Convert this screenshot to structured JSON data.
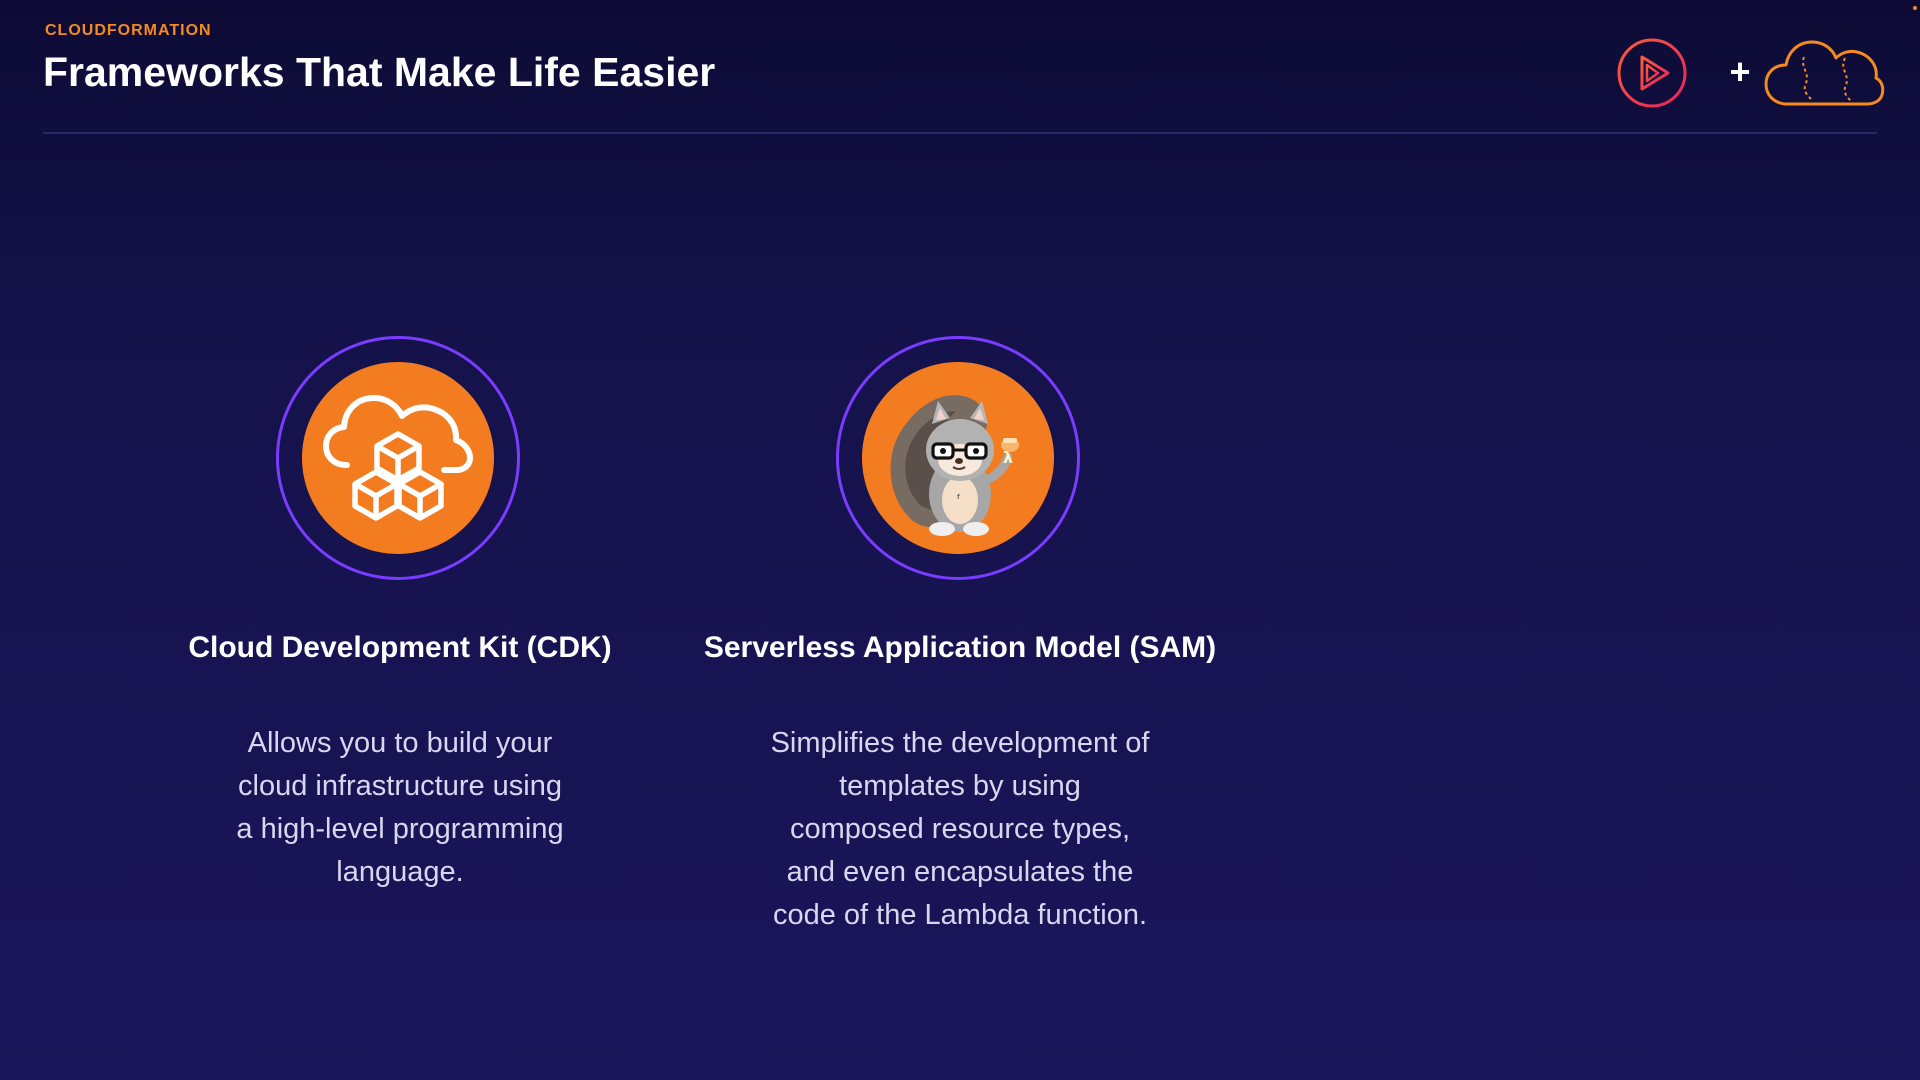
{
  "header": {
    "eyebrow": "CLOUDFORMATION",
    "title": "Frameworks That Make Life Easier",
    "plus": "+"
  },
  "icons": {
    "play_logo": "play-logo-icon",
    "cloud_logo": "cloud-logo-icon",
    "cdk": "cloud-cubes-icon",
    "sam": "squirrel-mascot-icon",
    "sam_badge_glyph": "λ"
  },
  "cards": {
    "cdk": {
      "title": "Cloud Development Kit (CDK)",
      "desc_lines": [
        "Allows you to build your",
        "cloud infrastructure using",
        "a high-level programming",
        "language."
      ]
    },
    "sam": {
      "title": "Serverless Application Model (SAM)",
      "desc_lines": [
        "Simplifies the development of",
        "templates by using",
        "composed resource types,",
        "and even encapsulates the",
        "code of the Lambda function."
      ]
    }
  },
  "colors": {
    "background_top": "#0d0b35",
    "background_bottom": "#1b155b",
    "accent_orange": "#f47c20",
    "ring_purple": "#7a3cff",
    "logo_pink": "#e5245c"
  }
}
